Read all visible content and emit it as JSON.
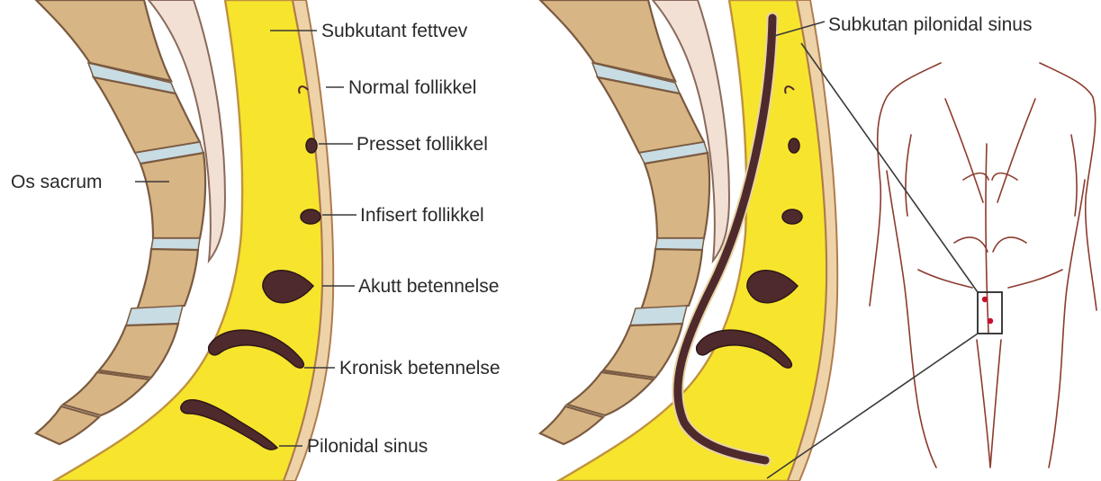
{
  "labels": {
    "subcutaneous_fat": "Subkutant fettvev",
    "normal_follicle": "Normal follikkel",
    "pressed_follicle": "Presset follikkel",
    "infected_follicle": "Infisert follikkel",
    "acute_inflammation": "Akutt betennelse",
    "chronic_inflammation": "Kronisk betennelse",
    "pilonidal_sinus": "Pilonidal sinus",
    "os_sacrum": "Os sacrum",
    "subcutaneous_pilonidal_sinus": "Subkutan pilonidal sinus"
  },
  "colors": {
    "bone": "#d8b585",
    "fat": "#f7e52d",
    "cyst": "#4e2a2c",
    "body_outline": "#8c3b2e",
    "marker": "#c8102e"
  }
}
